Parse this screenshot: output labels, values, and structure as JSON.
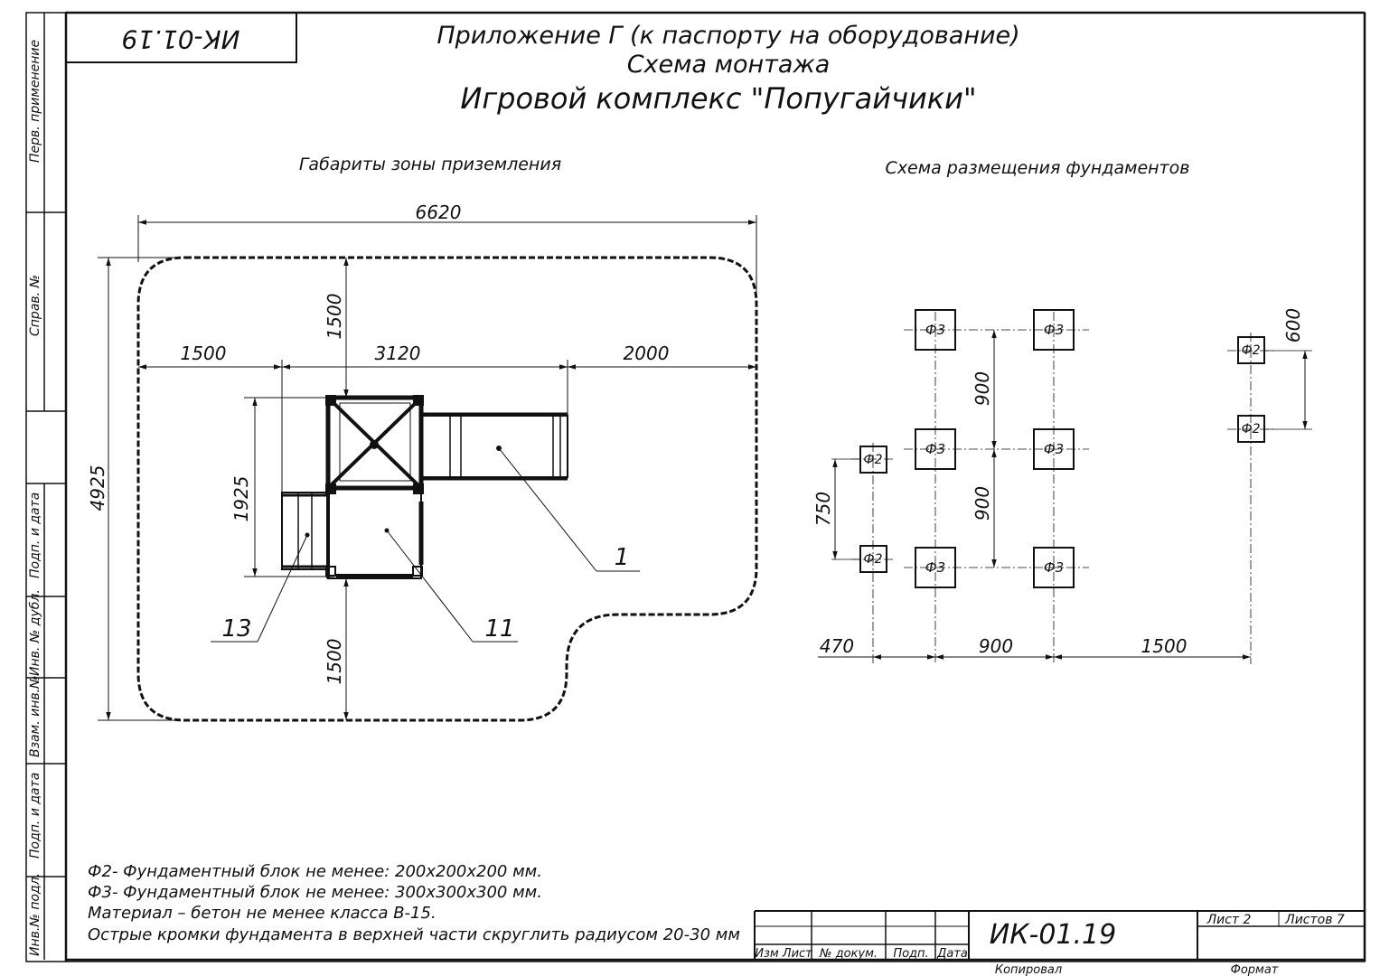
{
  "document": {
    "code_stamp_top": "ИК-01.19",
    "title_line1": "Приложение Г (к паспорту на оборудование)",
    "title_line2": "Схема монтажа",
    "title_line3": "Игровой комплекс \"Попугайчики\"",
    "section_left_title": "Габариты зоны приземления",
    "section_right_title": "Схема размещения фундаментов"
  },
  "side_stamp": {
    "perv_primenenie": "Перв. применение",
    "sprav_no": "Справ. №",
    "podp_i_data_1": "Подп. и дата",
    "inv_no_dubl": "Инв. № дубл.",
    "vzam_inv_no": "Взам. инв.№",
    "podp_i_data_2": "Подп. и дата",
    "inv_no_podl": "Инв.№ подл."
  },
  "landing_zone": {
    "dim_total_width": "6620",
    "dim_total_height": "4925",
    "dim_left": "1500",
    "dim_middle": "3120",
    "dim_right": "2000",
    "dim_top": "1500",
    "dim_bottom": "1500",
    "dim_platform_height": "1925",
    "callout_1": "1",
    "callout_11": "11",
    "callout_13": "13"
  },
  "foundations": {
    "f2_label": "Ф2",
    "f3_label": "Ф3",
    "dim_600": "600",
    "dim_900_a": "900",
    "dim_900_b": "900",
    "dim_750": "750",
    "dim_470": "470",
    "dim_900_h": "900",
    "dim_1500_h": "1500"
  },
  "notes": {
    "line1": "Ф2- Фундаментный блок не менее: 200х200х200 мм.",
    "line2": "Ф3- Фундаментный блок не менее: 300х300х300 мм.",
    "line3": "Материал – бетон не менее класса В-15.",
    "line4": "Острые кромки фундамента в верхней части скруглить радиусом 20-30 мм"
  },
  "title_block": {
    "code": "ИК-01.19",
    "list_label": "Лист 2",
    "listov_label": "Листов 7",
    "col_izm_list": "Изм Лист",
    "col_no_dokum": "№ докум.",
    "col_podp": "Подп.",
    "col_data": "Дата",
    "kopiroval": "Копировал",
    "format": "Формат"
  }
}
